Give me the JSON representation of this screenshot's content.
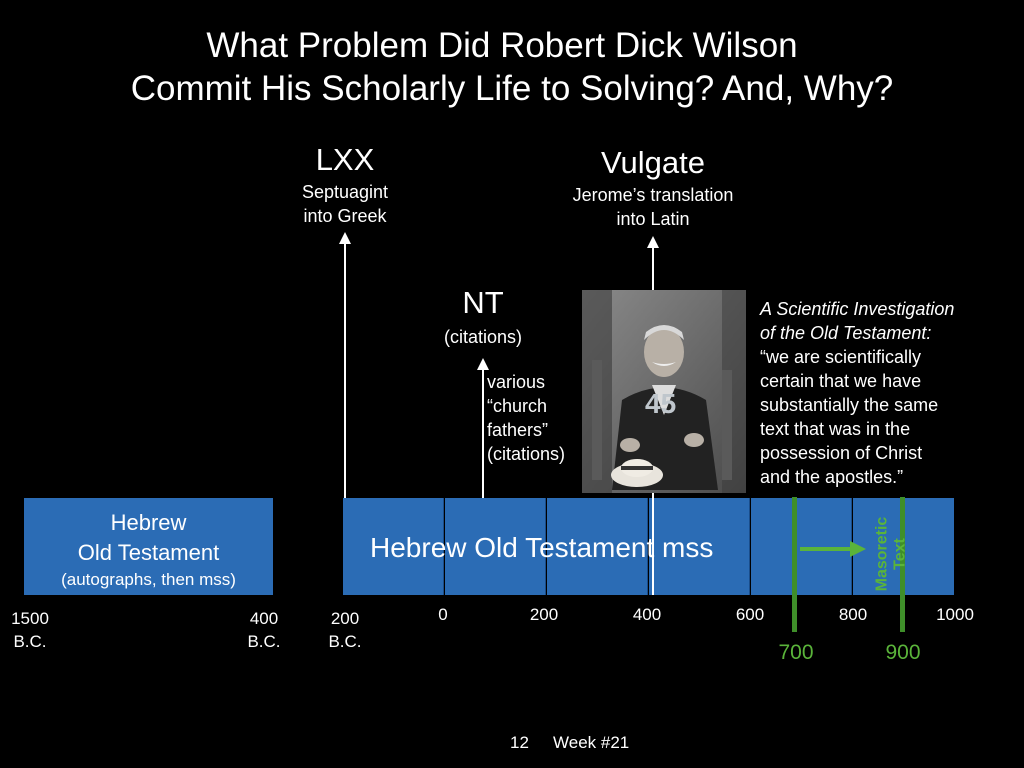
{
  "title": {
    "line1": "What Problem Did Robert Dick Wilson",
    "line2": "Commit His Scholarly Life to Solving?  And, Why?"
  },
  "lxx": {
    "label": "LXX",
    "desc1": "Septuagint",
    "desc2": "into Greek"
  },
  "vulgate": {
    "label": "Vulgate",
    "desc1": "Jerome’s translation",
    "desc2": "into Latin"
  },
  "nt": {
    "label": "NT",
    "desc": "(citations)"
  },
  "church_fathers": {
    "lines": [
      "various",
      "“church",
      "fathers”",
      "(citations)"
    ]
  },
  "photo": {
    "badge": "45"
  },
  "quote": {
    "title1": "A Scientific Investigation",
    "title2": "of the Old Testament:",
    "lines": [
      "“we are scientifically",
      "certain that we have",
      "substantially the same",
      "text that was in the",
      "possession of Christ",
      "and the apostles.”"
    ]
  },
  "hebrew_box": {
    "line1": "Hebrew",
    "line2": "Old Testament",
    "line3": "(autographs, then mss)"
  },
  "mss_bar": {
    "label": "Hebrew Old Testament mss"
  },
  "masoretic": {
    "line1": "Masoretic",
    "line2": "Text"
  },
  "ticks": {
    "t1500": {
      "v": "1500",
      "era": "B.C."
    },
    "t400bc": {
      "v": "400",
      "era": "B.C."
    },
    "t200bc": {
      "v": "200",
      "era": "B.C."
    },
    "t0": "0",
    "t200": "200",
    "t400": "400",
    "t600": "600",
    "t800": "800",
    "t1000": "1000"
  },
  "green_marks": {
    "m700": "700",
    "m900": "900"
  },
  "footer": {
    "page": "12",
    "week": "Week #21"
  },
  "colors": {
    "bar": "#2b6cb5",
    "green": "#5ab43a",
    "background": "#000000"
  }
}
